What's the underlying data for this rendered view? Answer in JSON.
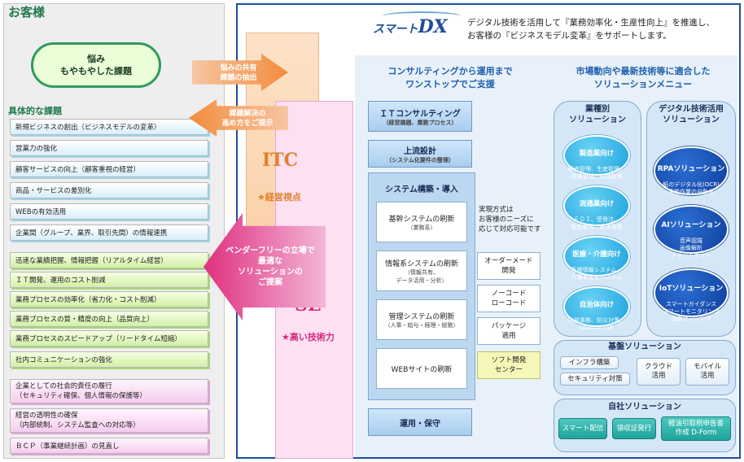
{
  "customer": {
    "title": "お客様",
    "cloud_line1": "悩み",
    "cloud_line2": "もやもやした課題",
    "issues_title": "具体的な課題",
    "issues_blue": [
      "新規ビジネスの創出（ビジネスモデルの変革）",
      "営業力の強化",
      "顧客サービスの向上（顧客重視の経営）",
      "商品・サービスの差別化",
      "WEBの有効活用",
      "企業間（グループ、業界、取引先間）の情報連携"
    ],
    "issues_green": [
      "迅速な業績把握、情報把握（リアルタイム経営）",
      "ＩＴ開発、運用のコスト削減",
      "業務プロセスの効率化（省力化・コスト削減）",
      "業務プロセスの質・精度の向上（品質向上）",
      "業務プロセスのスピードアップ（リードタイム短縮）",
      "社内コミュニケーションの強化"
    ],
    "issues_pink": [
      "企業としての社会的責任の履行\n（セキュリティ確保、個人情報の保護等）",
      "経営の透明性の確保\n（内部統制、システム監査への対応等）",
      "ＢＣＰ（事業継続計画）の見直し"
    ]
  },
  "arrows": {
    "share_line1": "悩みの共有",
    "share_line2": "課題の抽出",
    "propose_line1": "課題解決の",
    "propose_line2": "進め方をご提示",
    "vendor_free": "ベンダーフリーの立場で\n最適な\nソリューションの\nご提案"
  },
  "itc": {
    "label": "ITC",
    "sub": "★経営視点"
  },
  "se": {
    "label": "SE",
    "sub": "★高い技術力"
  },
  "header": {
    "logo_main": "スマート",
    "logo_dx": "DX",
    "tagline_line1": "デジタル技術を活用して『業務効率化・生産性向上』を推進し、",
    "tagline_line2": "お客様の『ビジネスモデル変革』をサポートします。"
  },
  "consulting": {
    "title_line1": "コンサルティングから運用まで",
    "title_line2": "ワンストップでご支援",
    "it_consulting": "ＩＴコンサルティング",
    "it_consulting_sub": "（経営課題、業務プロセス）",
    "upstream": "上流設計",
    "upstream_sub": "（システム化要件の整理）",
    "build": "システム構築・導入",
    "systems": [
      {
        "name": "基幹システムの刷新",
        "sub": "（業務系）"
      },
      {
        "name": "情報系システムの刷新",
        "sub": "（情報共有、\nデータ活用・分析）"
      },
      {
        "name": "管理システムの刷新",
        "sub": "（人事・給与・経理・総務）"
      },
      {
        "name": "WEBサイトの刷新",
        "sub": ""
      }
    ],
    "operation": "運用・保守",
    "method_note": "実現方式は\nお客様のニーズに\n応じて対応可能です",
    "methods": [
      "オーダーメード\n開発",
      "ノーコード\nローコード",
      "パッケージ\n適用",
      "ソフト開発\nセンター"
    ]
  },
  "solutions": {
    "title_line1": "市場動向や最新技術等に適合した",
    "title_line2": "ソリューションメニュー",
    "industry_title": "業種別\nソリューション",
    "industry": [
      {
        "name": "製造業向け",
        "desc": "販売管理、生産管理、\n在庫管理、原価管理"
      },
      {
        "name": "流通業向け",
        "desc": "ＥＤＩ、受発注、\n販売管理、倉庫管理"
      },
      {
        "name": "医療・介護向け",
        "desc": "医療情報システム、\n介護事業者システム"
      },
      {
        "name": "自治体向け",
        "desc": "内部事務、防災対策、\nLGWAN-ASP"
      }
    ],
    "digital_title": "デジタル技術活用\nソリューション",
    "digital": [
      {
        "name": "RPAソリューション",
        "desc": "紙のデジタル化(OCR)\n事務作業の自動化"
      },
      {
        "name": "AIソリューション",
        "desc": "音声認識\n画像解析\nチャットボット"
      },
      {
        "name": "IoTソリューション",
        "desc": "スマートガイダンス\nスマートモニタリング\n画像センシング"
      }
    ],
    "base_title": "基盤ソリューション",
    "base": [
      "インフラ構築",
      "セキュリティ対策",
      "クラウド\n活用",
      "モバイル\n活用"
    ],
    "own_title": "自社ソリューション",
    "own": [
      "スマート配信",
      "領収証発行",
      "軽油引取税申告書\n作成 D-Form"
    ]
  }
}
